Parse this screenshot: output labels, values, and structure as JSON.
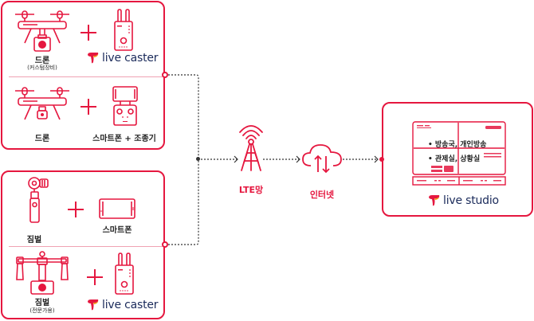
{
  "colors": {
    "accent": "#e5173f",
    "brand_text": "#1a2a5a",
    "connector": "#333333"
  },
  "sources": {
    "drone_panel": {
      "row1": {
        "device_label": "드론",
        "device_sublabel": "(커스텀장비)",
        "plus": "+",
        "partner_brand": "live caster",
        "device_icon": "drone-with-camera-icon",
        "partner_icon": "live-caster-transmitter-icon"
      },
      "row2": {
        "device_label": "드론",
        "partner_label": "스마트폰 + 조종기",
        "plus": "+",
        "device_icon": "drone-icon",
        "partner_icon": "smartphone-controller-icon"
      }
    },
    "gimbal_panel": {
      "row1": {
        "device_label": "짐벌",
        "partner_label": "스마트폰",
        "plus": "+",
        "device_icon": "handheld-gimbal-icon",
        "partner_icon": "smartphone-icon"
      },
      "row2": {
        "device_label": "짐벌",
        "device_sublabel": "(전문가용)",
        "plus": "+",
        "partner_brand": "live caster",
        "device_icon": "pro-gimbal-icon",
        "partner_icon": "live-caster-transmitter-icon"
      }
    }
  },
  "network": {
    "lte": {
      "label": "LTE망",
      "icon": "cell-tower-icon"
    },
    "internet": {
      "label": "인터넷",
      "icon": "cloud-transfer-icon"
    }
  },
  "destination": {
    "screen_items": [
      "• 방송국, 개인방송",
      "• 관제실, 상황실"
    ],
    "brand": "live studio",
    "icon": "studio-monitor-icon"
  }
}
